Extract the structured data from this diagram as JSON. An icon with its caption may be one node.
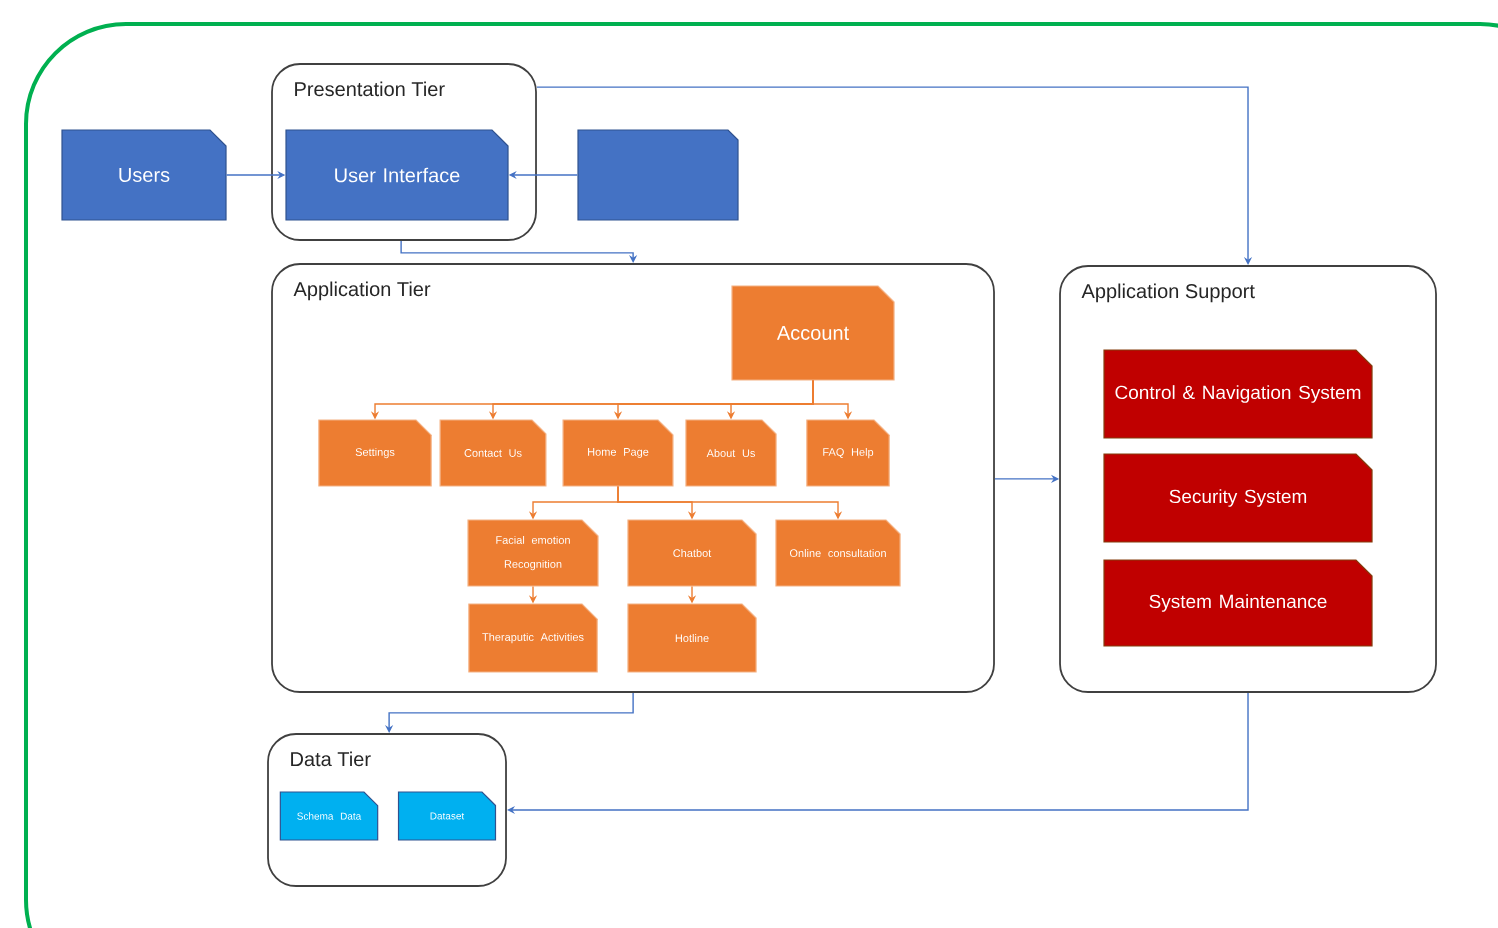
{
  "diagram": {
    "nodes": [
      {
        "text": [
          "Presentation Tier"
        ]
      },
      {
        "text": [
          "Users"
        ]
      },
      {
        "text": [
          "User Interface"
        ],
        "in": 0
      },
      {
        "text": [],
        "shape": "box"
      },
      {
        "text": [
          "Application Tier"
        ]
      },
      {
        "text": [
          "Account"
        ],
        "in": 4
      },
      {
        "text": [
          "Settings"
        ],
        "in": 4
      },
      {
        "text": [
          "Contact Us"
        ],
        "in": 4
      },
      {
        "text": [
          "Home Page"
        ],
        "in": 4
      },
      {
        "text": [
          "About Us"
        ],
        "in": 4
      },
      {
        "text": [
          "FAQ Help"
        ],
        "in": 4
      },
      {
        "text": [
          "Facial emotion Recognition"
        ],
        "in": 4
      },
      {
        "text": [
          "Chatbot"
        ],
        "in": 4
      },
      {
        "text": [
          "Online consultation"
        ],
        "in": 4
      },
      {
        "text": [
          "Theraputic Activities"
        ],
        "in": 4
      },
      {
        "text": [
          "Hotline"
        ],
        "in": 4
      },
      {
        "text": [
          "Application Support"
        ]
      },
      {
        "text": [
          "Control & Navigation System"
        ],
        "in": 16
      },
      {
        "text": [
          "Security System"
        ],
        "in": 16
      },
      {
        "text": [
          "System Maintenance"
        ],
        "in": 16
      },
      {
        "text": [
          "Data Tier"
        ]
      },
      {
        "text": [
          "Schema Data"
        ],
        "in": 20
      },
      {
        "text": [
          "Dataset"
        ],
        "in": 20
      }
    ],
    "edges": [
      {
        "from": 1,
        "to": 2,
        "arrow": "to",
        "color": "#4472c4"
      },
      {
        "from": 3,
        "to": 2,
        "arrow": "to",
        "color": "#4472c4"
      },
      {
        "from": 0,
        "to": 16,
        "arrow": "to",
        "color": "#4472c4"
      },
      {
        "from": 0,
        "to": 4,
        "arrow": "to",
        "color": "#4472c4"
      },
      {
        "from": 4,
        "to": 16,
        "arrow": "to",
        "color": "#4472c4"
      },
      {
        "from": 5,
        "to": 6,
        "arrow": "to"
      },
      {
        "from": 5,
        "to": 7,
        "arrow": "to"
      },
      {
        "from": 5,
        "to": 8,
        "arrow": "to"
      },
      {
        "from": 5,
        "to": 9,
        "arrow": "to"
      },
      {
        "from": 5,
        "to": 10,
        "arrow": "to"
      },
      {
        "from": 8,
        "to": 11,
        "arrow": "to"
      },
      {
        "from": 8,
        "to": 12,
        "arrow": "to"
      },
      {
        "from": 8,
        "to": 13,
        "arrow": "to"
      },
      {
        "from": 11,
        "to": 14,
        "arrow": "to"
      },
      {
        "from": 12,
        "to": 15,
        "arrow": "to"
      },
      {
        "from": 4,
        "to": 20,
        "arrow": "to",
        "color": "#4472c4"
      },
      {
        "from": 16,
        "to": 20,
        "arrow": "to",
        "color": "#4472c4"
      }
    ]
  }
}
